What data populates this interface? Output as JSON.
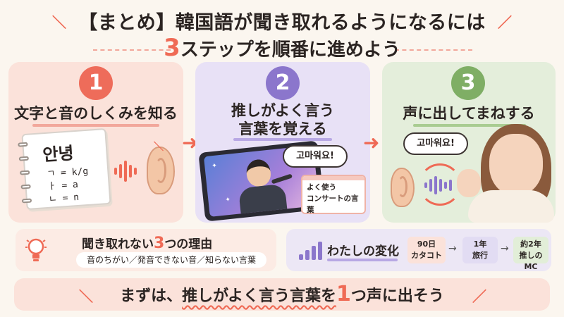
{
  "header": {
    "line1": "【まとめ】韓国語が聞き取れるようになるには",
    "line2_num": "3",
    "line2_rest": "ステップを順番に進めよう"
  },
  "steps": [
    {
      "num": "1",
      "title": "文字と音のしくみを知る"
    },
    {
      "num": "2",
      "title_l1": "推しがよく言う",
      "title_l2": "言葉を覚える"
    },
    {
      "num": "3",
      "title": "声に出してまねする"
    }
  ],
  "notebook": {
    "hangul": "안녕",
    "lines": [
      "ㄱ = k/g",
      "ㅏ = a",
      "ㄴ = n"
    ]
  },
  "step2": {
    "bubble": "고마워요!",
    "note_l1": "よく使う",
    "note_l2": "コンサートの言葉"
  },
  "step3": {
    "bubble": "고마워요!"
  },
  "reasons": {
    "title_pre": "聞き取れない",
    "title_num": "3",
    "title_post": "つの理由",
    "items": "音のちがい／発音できない音／知らない言葉"
  },
  "change": {
    "title": "わたしの変化",
    "stages": [
      {
        "l1": "90日",
        "l2": "カタコト"
      },
      {
        "l1": "1年",
        "l2": "旅行"
      },
      {
        "l1": "約2年",
        "l2": "推しのMC"
      }
    ],
    "arrow": "→"
  },
  "cta": {
    "pre": "まずは、",
    "highlight": "推しがよく言う言葉を",
    "one": "1",
    "tsu": "つ",
    "post": "声に出そう"
  },
  "colors": {
    "coral": "#ef6a55",
    "purple": "#8b76cc",
    "green": "#7fae65"
  },
  "icons": [
    "sparkle-icon",
    "arrow-right-icon",
    "ear-icon",
    "sound-wave-icon",
    "lightbulb-icon",
    "bar-chart-icon",
    "refresh-arrows-icon"
  ]
}
